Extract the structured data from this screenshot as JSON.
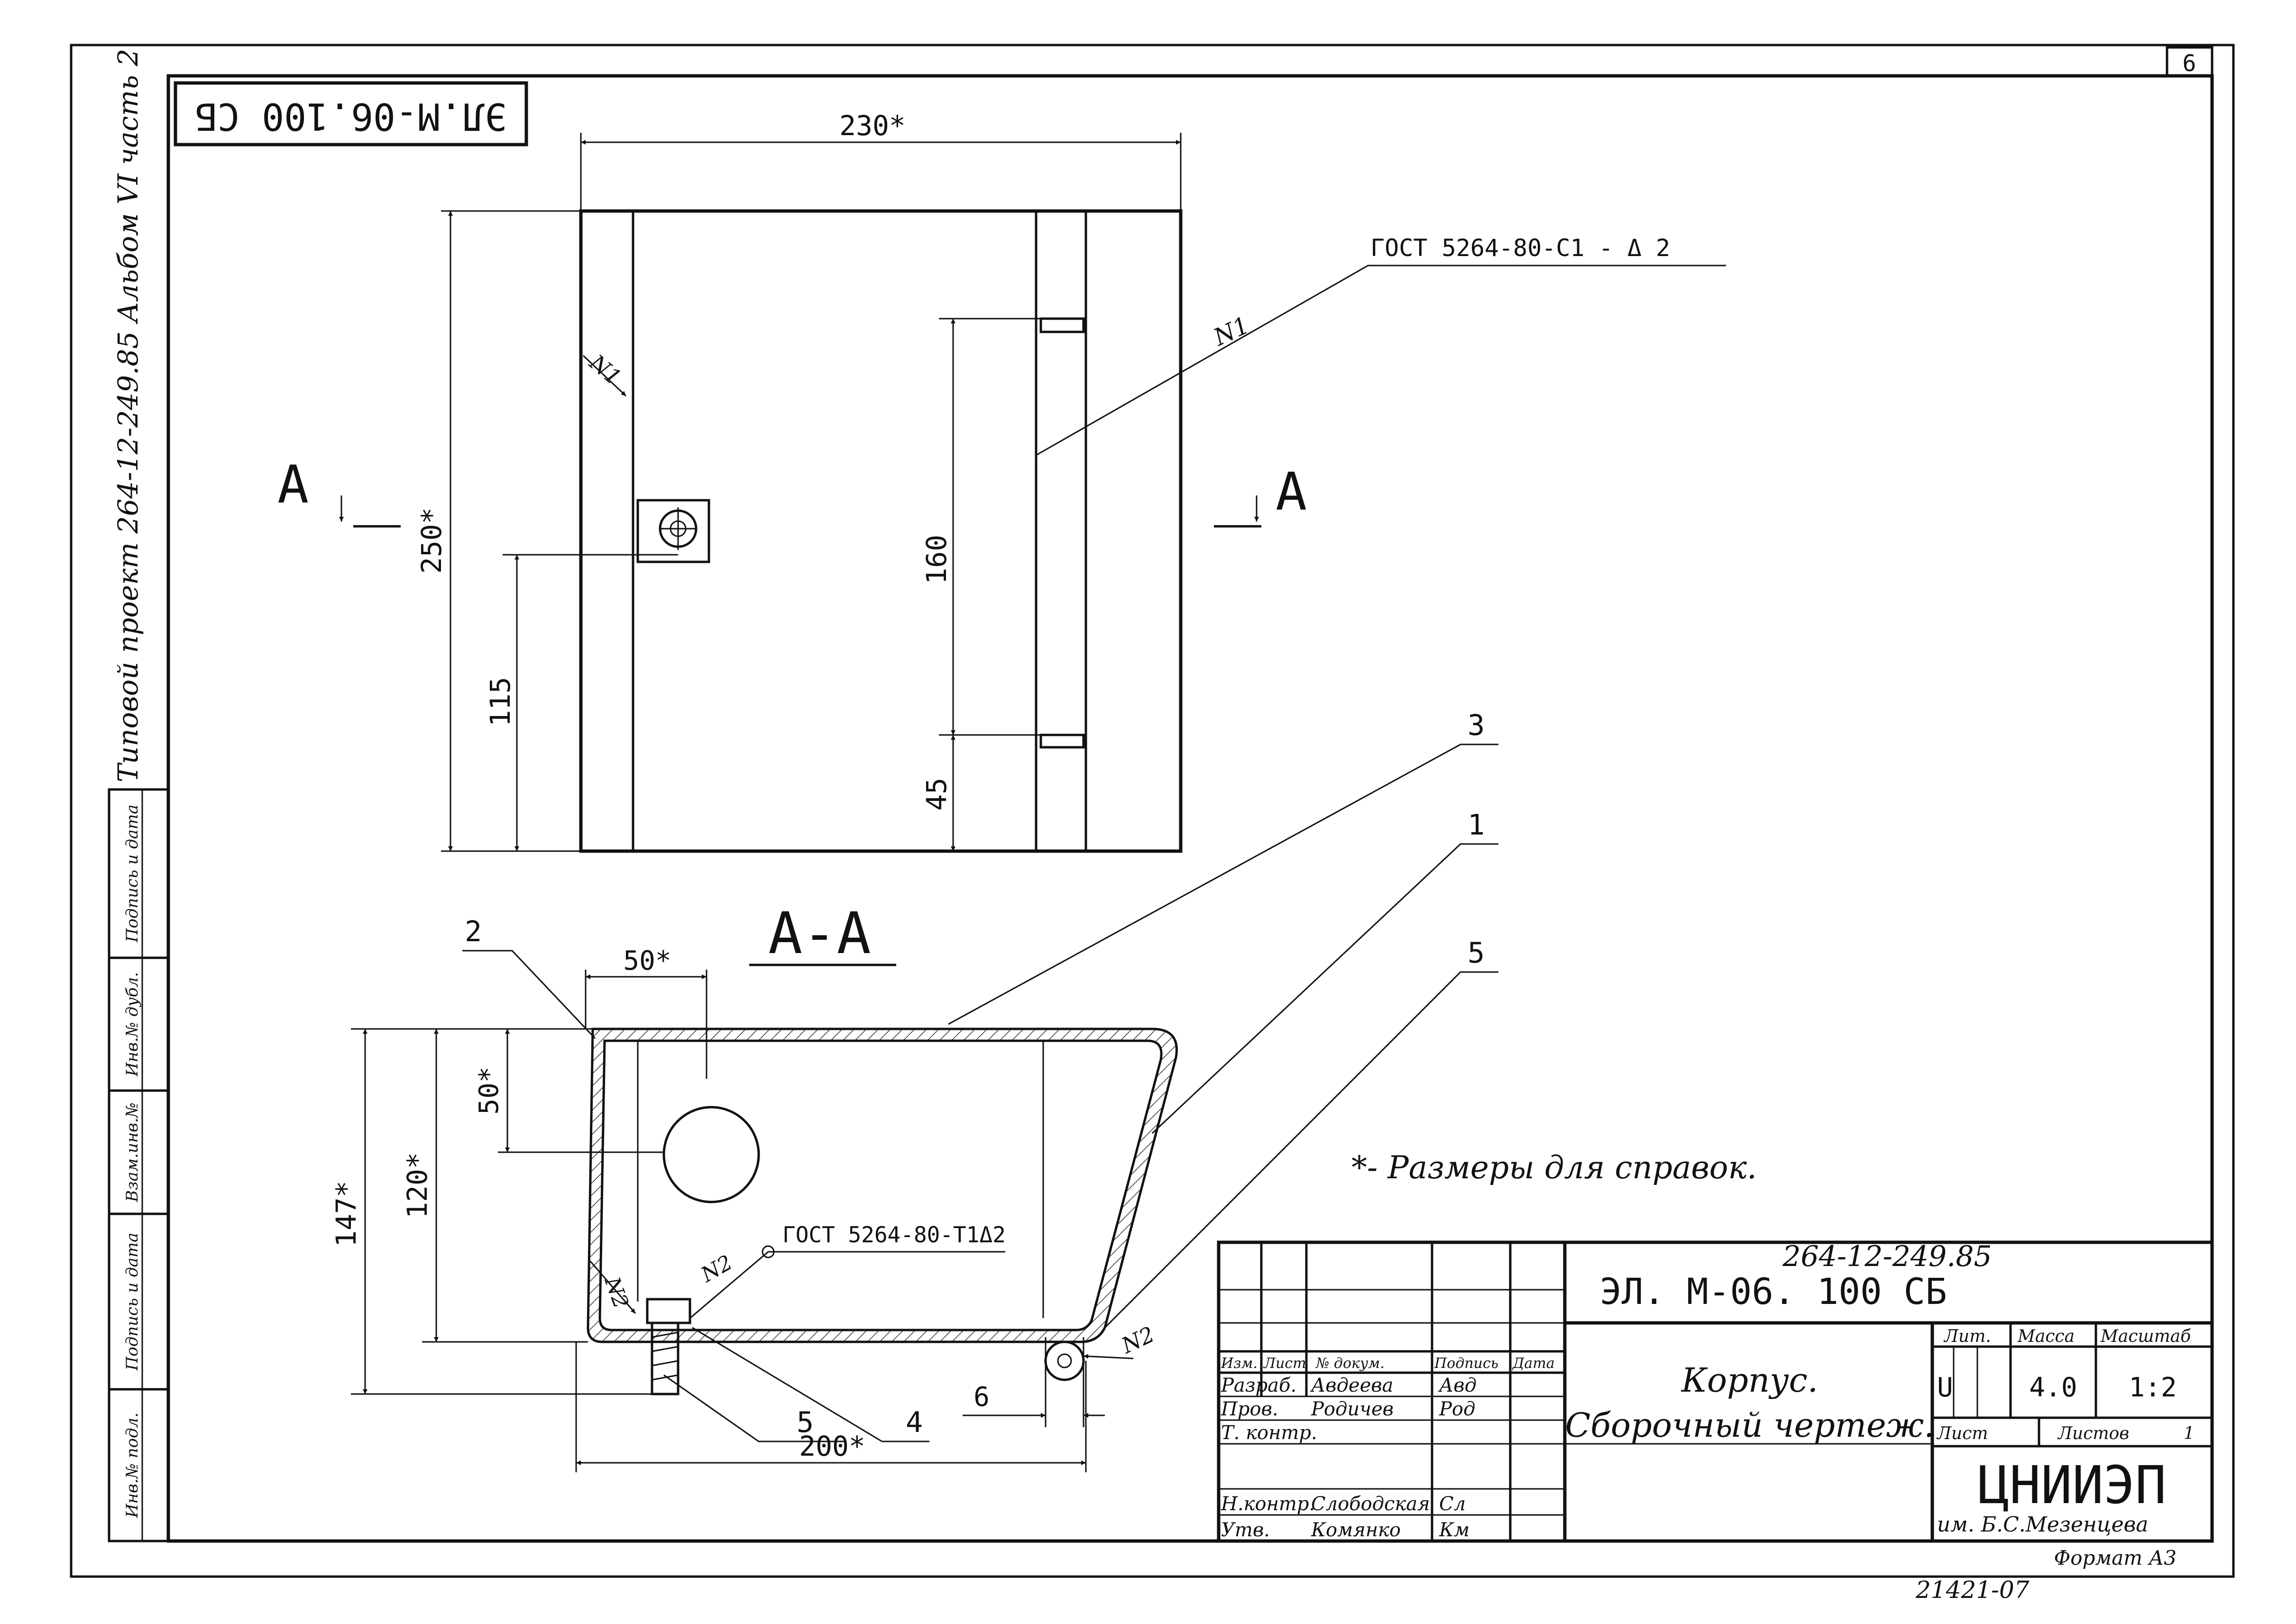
{
  "sheet": {
    "page_number": "6",
    "code_rotated": "ЭЛ.М-06.100 СБ",
    "sheet_format": "Формат А3",
    "inventory_stamp": "21421-07"
  },
  "left_strip": {
    "project_label": "Типовой проект   264-12-249.85 Альбом VI часть 2",
    "fields": [
      "Подпись и дата",
      "Инв.№ дубл.",
      "Взам.инв.№",
      "Подпись и дата",
      "Инв.№ подл."
    ]
  },
  "top_view": {
    "width_dim": "230*",
    "height_dim": "250*",
    "dim_115": "115",
    "dim_160": "160",
    "dim_45": "45",
    "section_left": "А",
    "section_right": "А",
    "weld_note": "ГОСТ 5264-80-С1 - Δ 2",
    "weld_mark_left": "N1",
    "weld_mark_right": "N1"
  },
  "section_view": {
    "title": "А-А",
    "dim_50_top": "50*",
    "dim_50_side": "50*",
    "dim_147": "147*",
    "dim_120": "120*",
    "dim_200": "200*",
    "dim_6": "6",
    "weld_note": "ГОСТ 5264-80-Т1Δ2",
    "weld_n2_a": "N2",
    "weld_n2_b": "N2",
    "weld_n2_c": "N2",
    "callouts": [
      "1",
      "2",
      "3",
      "4",
      "5",
      "5"
    ]
  },
  "reference_note": "*- Размеры для справок.",
  "title_block": {
    "doc_number": "264-12-249.85",
    "doc_code": "ЭЛ. М-06. 100 СБ",
    "headers": [
      "Изм.",
      "Лист",
      "№ докум.",
      "Подпись",
      "Дата"
    ],
    "rows": [
      {
        "role": "Разраб.",
        "name": "Авдеева",
        "sign": "Авд"
      },
      {
        "role": "Пров.",
        "name": "Родичев",
        "sign": "Род"
      },
      {
        "role": "Т. контр.",
        "name": "",
        "sign": ""
      },
      {
        "role": "Н.контр.",
        "name": "Слободская",
        "sign": "Сл"
      },
      {
        "role": "Утв.",
        "name": "Комянко",
        "sign": "Км"
      }
    ],
    "name_line1": "Корпус.",
    "name_line2": "Сборочный чертеж.",
    "lit_label": "Лит.",
    "mass_label": "Масса",
    "scale_label": "Масштаб",
    "lit_value": "U",
    "mass_value": "4.0",
    "scale_value": "1:2",
    "sheet_label": "Лист",
    "sheets_label": "Листов",
    "sheets_value": "1",
    "org": "ЦНИИЭП",
    "org_sub": "им. Б.С.Мезенцева"
  }
}
